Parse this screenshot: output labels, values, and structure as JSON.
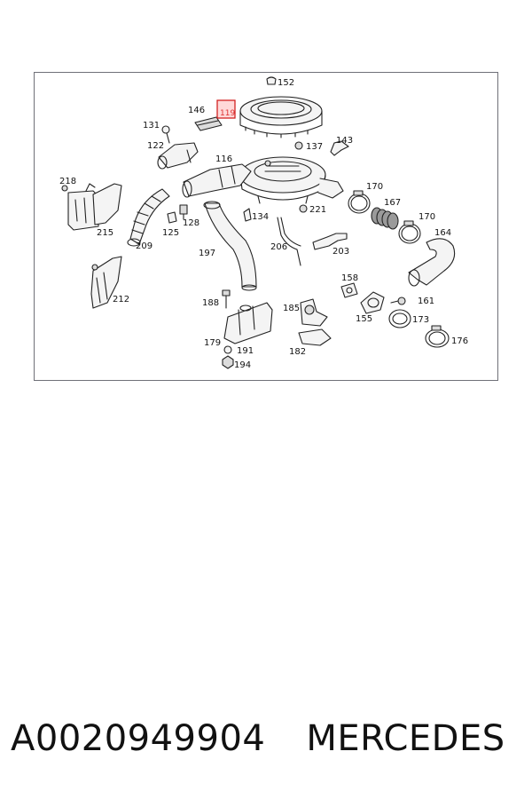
{
  "footer": {
    "part_number": "A0020949904",
    "brand": "MERCEDES"
  },
  "highlight": {
    "number": "119",
    "color": "#d22222"
  },
  "labels": {
    "l152": "152",
    "l146": "146",
    "l131": "131",
    "l137": "137",
    "l143": "143",
    "l122": "122",
    "l116": "116",
    "l218": "218",
    "l134": "134",
    "l221": "221",
    "l170a": "170",
    "l167": "167",
    "l170b": "170",
    "l164": "164",
    "l128": "128",
    "l125": "125",
    "l215": "215",
    "l209": "209",
    "l197": "197",
    "l206": "206",
    "l203": "203",
    "l158": "158",
    "l161": "161",
    "l155": "155",
    "l173": "173",
    "l212": "212",
    "l188": "188",
    "l185": "185",
    "l179": "179",
    "l191": "191",
    "l182": "182",
    "l194": "194",
    "l176": "176"
  }
}
